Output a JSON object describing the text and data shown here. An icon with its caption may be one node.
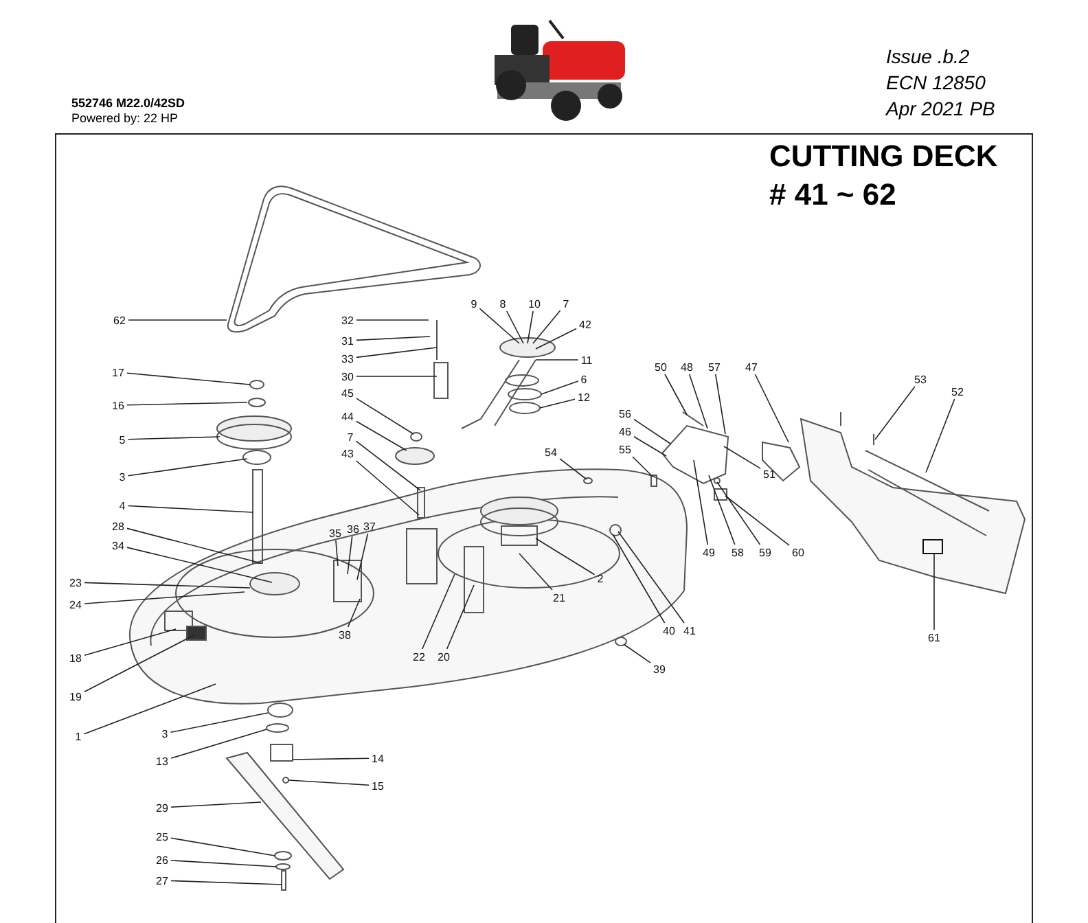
{
  "diagram": {
    "title": "CUTTING DECK # 41 ~ 62",
    "nodes": [
      {
        "text": [
          "9"
        ]
      },
      {
        "text": [
          "8"
        ]
      },
      {
        "text": [
          "10"
        ]
      },
      {
        "text": [
          "7"
        ]
      },
      {
        "text": [
          "62"
        ]
      },
      {
        "text": [
          "32"
        ]
      },
      {
        "text": [
          "42"
        ]
      },
      {
        "text": [
          "31"
        ]
      },
      {
        "text": [
          "11"
        ]
      },
      {
        "text": [
          "33"
        ]
      },
      {
        "text": [
          "50"
        ]
      },
      {
        "text": [
          "48"
        ]
      },
      {
        "text": [
          "57"
        ]
      },
      {
        "text": [
          "47"
        ]
      },
      {
        "text": [
          "17"
        ]
      },
      {
        "text": [
          "30"
        ]
      },
      {
        "text": [
          "6"
        ]
      },
      {
        "text": [
          "53"
        ]
      },
      {
        "text": [
          "52"
        ]
      },
      {
        "text": [
          "45"
        ]
      },
      {
        "text": [
          "12"
        ]
      },
      {
        "text": [
          "16"
        ]
      },
      {
        "text": [
          "56"
        ]
      },
      {
        "text": [
          "44"
        ]
      },
      {
        "text": [
          "46"
        ]
      },
      {
        "text": [
          "7"
        ]
      },
      {
        "text": [
          "5"
        ]
      },
      {
        "text": [
          "43"
        ]
      },
      {
        "text": [
          "54"
        ]
      },
      {
        "text": [
          "55"
        ]
      },
      {
        "text": [
          "51"
        ]
      },
      {
        "text": [
          "3"
        ]
      },
      {
        "text": [
          "4"
        ]
      },
      {
        "text": [
          "28"
        ]
      },
      {
        "text": [
          "37"
        ]
      },
      {
        "text": [
          "36"
        ]
      },
      {
        "text": [
          "35"
        ]
      },
      {
        "text": [
          "34"
        ]
      },
      {
        "text": [
          "49"
        ]
      },
      {
        "text": [
          "58"
        ]
      },
      {
        "text": [
          "59"
        ]
      },
      {
        "text": [
          "60"
        ]
      },
      {
        "text": [
          "2"
        ]
      },
      {
        "text": [
          "23"
        ]
      },
      {
        "text": [
          "21"
        ]
      },
      {
        "text": [
          "24"
        ]
      },
      {
        "text": [
          "40"
        ]
      },
      {
        "text": [
          "41"
        ]
      },
      {
        "text": [
          "38"
        ]
      },
      {
        "text": [
          "61"
        ]
      },
      {
        "text": [
          "18"
        ]
      },
      {
        "text": [
          "22"
        ]
      },
      {
        "text": [
          "20"
        ]
      },
      {
        "text": [
          "39"
        ]
      },
      {
        "text": [
          "19"
        ]
      },
      {
        "text": [
          "3"
        ]
      },
      {
        "text": [
          "1"
        ]
      },
      {
        "text": [
          "14"
        ]
      },
      {
        "text": [
          "13"
        ]
      },
      {
        "text": [
          "15"
        ]
      },
      {
        "text": [
          "29"
        ]
      },
      {
        "text": [
          "25"
        ]
      },
      {
        "text": [
          "26"
        ]
      },
      {
        "text": [
          "27"
        ]
      }
    ],
    "edges": [
      {
        "from": 0,
        "to": null,
        "arrow": "none"
      },
      {
        "from": 1,
        "to": null,
        "arrow": "none"
      },
      {
        "from": 2,
        "to": null,
        "arrow": "none"
      },
      {
        "from": 3,
        "to": null,
        "arrow": "none"
      },
      {
        "from": 4,
        "to": null,
        "arrow": "none"
      },
      {
        "from": 5,
        "to": null,
        "arrow": "none"
      },
      {
        "from": 6,
        "to": null,
        "arrow": "none"
      },
      {
        "from": 7,
        "to": null,
        "arrow": "none"
      },
      {
        "from": 8,
        "to": null,
        "arrow": "none"
      },
      {
        "from": 9,
        "to": null,
        "arrow": "none"
      },
      {
        "from": 10,
        "to": null,
        "arrow": "none"
      },
      {
        "from": 11,
        "to": null,
        "arrow": "none"
      },
      {
        "from": 12,
        "to": null,
        "arrow": "none"
      },
      {
        "from": 13,
        "to": null,
        "arrow": "none"
      },
      {
        "from": 14,
        "to": null,
        "arrow": "none"
      },
      {
        "from": 15,
        "to": null,
        "arrow": "none"
      },
      {
        "from": 16,
        "to": null,
        "arrow": "none"
      },
      {
        "from": 17,
        "to": null,
        "arrow": "none"
      },
      {
        "from": 18,
        "to": null,
        "arrow": "none"
      },
      {
        "from": 19,
        "to": null,
        "arrow": "none"
      },
      {
        "from": 20,
        "to": null,
        "arrow": "none"
      },
      {
        "from": 21,
        "to": null,
        "arrow": "none"
      },
      {
        "from": 22,
        "to": null,
        "arrow": "none"
      },
      {
        "from": 23,
        "to": null,
        "arrow": "none"
      },
      {
        "from": 24,
        "to": null,
        "arrow": "none"
      },
      {
        "from": 25,
        "to": null,
        "arrow": "none"
      },
      {
        "from": 26,
        "to": null,
        "arrow": "none"
      },
      {
        "from": 27,
        "to": null,
        "arrow": "none"
      },
      {
        "from": 28,
        "to": null,
        "arrow": "none"
      },
      {
        "from": 29,
        "to": null,
        "arrow": "none"
      },
      {
        "from": 30,
        "to": null,
        "arrow": "none"
      },
      {
        "from": 31,
        "to": null,
        "arrow": "none"
      },
      {
        "from": 32,
        "to": null,
        "arrow": "none"
      },
      {
        "from": 33,
        "to": null,
        "arrow": "none"
      },
      {
        "from": 34,
        "to": null,
        "arrow": "none"
      },
      {
        "from": 35,
        "to": null,
        "arrow": "none"
      },
      {
        "from": 36,
        "to": null,
        "arrow": "none"
      },
      {
        "from": 37,
        "to": null,
        "arrow": "none"
      },
      {
        "from": 38,
        "to": null,
        "arrow": "none"
      },
      {
        "from": 39,
        "to": null,
        "arrow": "none"
      },
      {
        "from": 40,
        "to": null,
        "arrow": "none"
      },
      {
        "from": 41,
        "to": null,
        "arrow": "none"
      },
      {
        "from": 42,
        "to": null,
        "arrow": "none"
      },
      {
        "from": 43,
        "to": null,
        "arrow": "none"
      },
      {
        "from": 44,
        "to": null,
        "arrow": "none"
      },
      {
        "from": 45,
        "to": null,
        "arrow": "none"
      },
      {
        "from": 46,
        "to": null,
        "arrow": "none"
      },
      {
        "from": 47,
        "to": null,
        "arrow": "none"
      },
      {
        "from": 48,
        "to": null,
        "arrow": "none"
      },
      {
        "from": 49,
        "to": null,
        "arrow": "none"
      },
      {
        "from": 50,
        "to": null,
        "arrow": "none"
      },
      {
        "from": 51,
        "to": null,
        "arrow": "none"
      },
      {
        "from": 52,
        "to": null,
        "arrow": "none"
      },
      {
        "from": 53,
        "to": null,
        "arrow": "none"
      },
      {
        "from": 54,
        "to": null,
        "arrow": "none"
      },
      {
        "from": 55,
        "to": null,
        "arrow": "none"
      },
      {
        "from": 56,
        "to": null,
        "arrow": "none"
      },
      {
        "from": 57,
        "to": null,
        "arrow": "none"
      },
      {
        "from": 58,
        "to": null,
        "arrow": "none"
      },
      {
        "from": 59,
        "to": null,
        "arrow": "none"
      },
      {
        "from": 60,
        "to": null,
        "arrow": "none"
      },
      {
        "from": 61,
        "to": null,
        "arrow": "none"
      },
      {
        "from": 62,
        "to": null,
        "arrow": "none"
      },
      {
        "from": 63,
        "to": null,
        "arrow": "none"
      }
    ],
    "labels": [
      "552746  M22.0/42SD",
      "Powered by: 22 HP",
      "Issue .b.2",
      "ECN 12850",
      "Apr 2021 PB"
    ]
  }
}
